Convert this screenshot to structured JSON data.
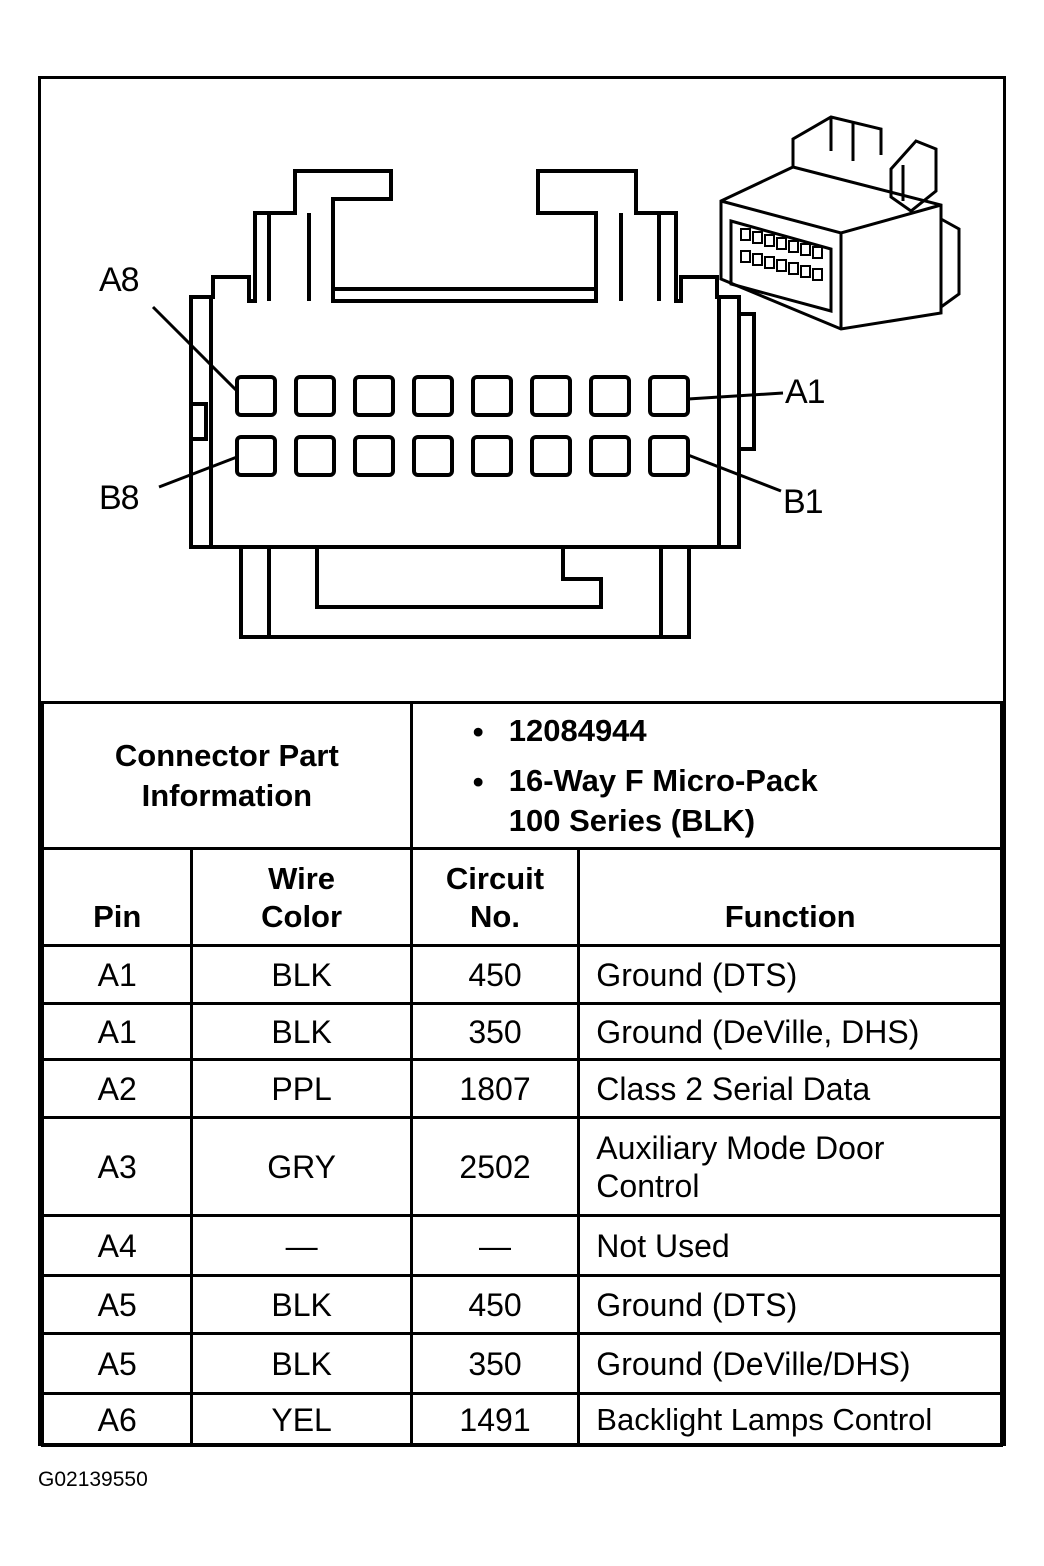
{
  "pin_labels": {
    "a8": "A8",
    "b8": "B8",
    "a1": "A1",
    "b1": "B1"
  },
  "info": {
    "label": "Connector Part Information",
    "items": [
      "12084944",
      "16-Way F Micro-Pack",
      "100 Series (BLK)"
    ]
  },
  "columns": {
    "pin": "Pin",
    "wire_color_1": "Wire",
    "wire_color_2": "Color",
    "circuit_1": "Circuit",
    "circuit_2": "No.",
    "function": "Function"
  },
  "rows": [
    {
      "pin": "A1",
      "color": "BLK",
      "circuit": "450",
      "function": "Ground (DTS)"
    },
    {
      "pin": "A1",
      "color": "BLK",
      "circuit": "350",
      "function": "Ground (DeVille, DHS)"
    },
    {
      "pin": "A2",
      "color": "PPL",
      "circuit": "1807",
      "function": "Class 2 Serial Data"
    },
    {
      "pin": "A3",
      "color": "GRY",
      "circuit": "2502",
      "function": "Auxiliary Mode Door Control"
    },
    {
      "pin": "A4",
      "color": "—",
      "circuit": "—",
      "function": "Not Used"
    },
    {
      "pin": "A5",
      "color": "BLK",
      "circuit": "450",
      "function": "Ground (DTS)"
    },
    {
      "pin": "A5",
      "color": "BLK",
      "circuit": "350",
      "function": "Ground (DeVille/DHS)"
    },
    {
      "pin": "A6",
      "color": "YEL",
      "circuit": "1491",
      "function": "Backlight Lamps Control"
    }
  ],
  "figure_id": "G02139550"
}
